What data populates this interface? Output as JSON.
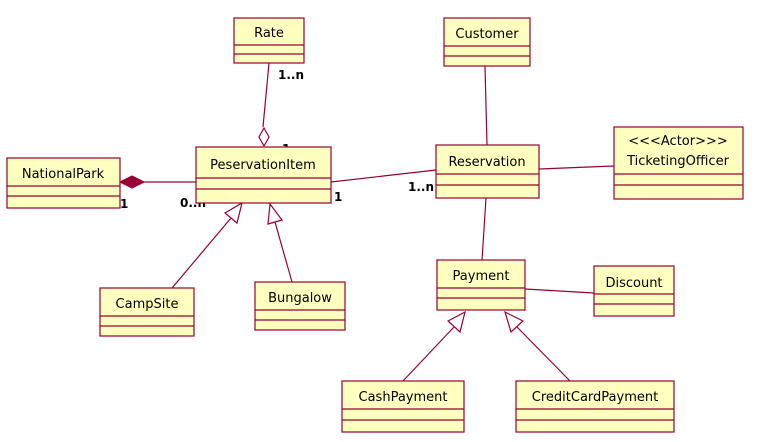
{
  "colors": {
    "box_fill": "#ffffc0",
    "box_stroke": "#990033",
    "edge": "#990033",
    "text": "#000000",
    "background": "#ffffff"
  },
  "classes": {
    "rate": {
      "name": "Rate"
    },
    "customer": {
      "name": "Customer"
    },
    "national_park": {
      "name": "NationalPark"
    },
    "reservation_item": {
      "name": "PeservationItem"
    },
    "reservation": {
      "name": "Reservation"
    },
    "ticketing_officer": {
      "stereotype": "<<<Actor>>>",
      "name": "TicketingOfficer"
    },
    "camp_site": {
      "name": "CampSite"
    },
    "bungalow": {
      "name": "Bungalow"
    },
    "payment": {
      "name": "Payment"
    },
    "discount": {
      "name": "Discount"
    },
    "cash_payment": {
      "name": "CashPayment"
    },
    "credit_card_payment": {
      "name": "CreditCardPayment"
    }
  },
  "multiplicities": {
    "rate_end": "1..n",
    "item_rate_end": "1",
    "park_end": "1",
    "item_park_end": "0..n",
    "item_reservation_end": "1",
    "reservation_item_end": "1..n"
  }
}
